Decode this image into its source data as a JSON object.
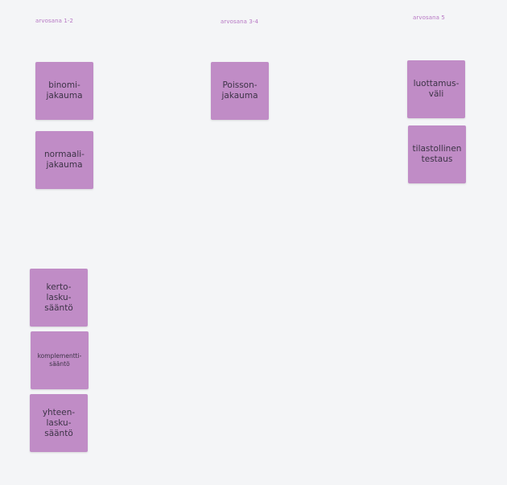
{
  "board": {
    "columns": [
      {
        "label": "arvosana 1-2"
      },
      {
        "label": "arvosana 3-4"
      },
      {
        "label": "arvosana 5"
      }
    ],
    "notes": {
      "binomi": "binomi-\njakauma",
      "normaali": "normaali-\njakauma",
      "poisson": "Poisson-\njakauma",
      "luottamus": "luottamus-\nväli",
      "tilastollinen": "tilastollinen\ntestaus",
      "kertolasku": "kerto-\nlasku-\nsääntö",
      "komplementti": "komplementti-\nsääntö",
      "yhteenlasku": "yhteen-\nlasku-\nsääntö"
    },
    "note_color": "#c08cc6",
    "label_color": "#b778c4",
    "background_color": "#f4f5f7"
  }
}
